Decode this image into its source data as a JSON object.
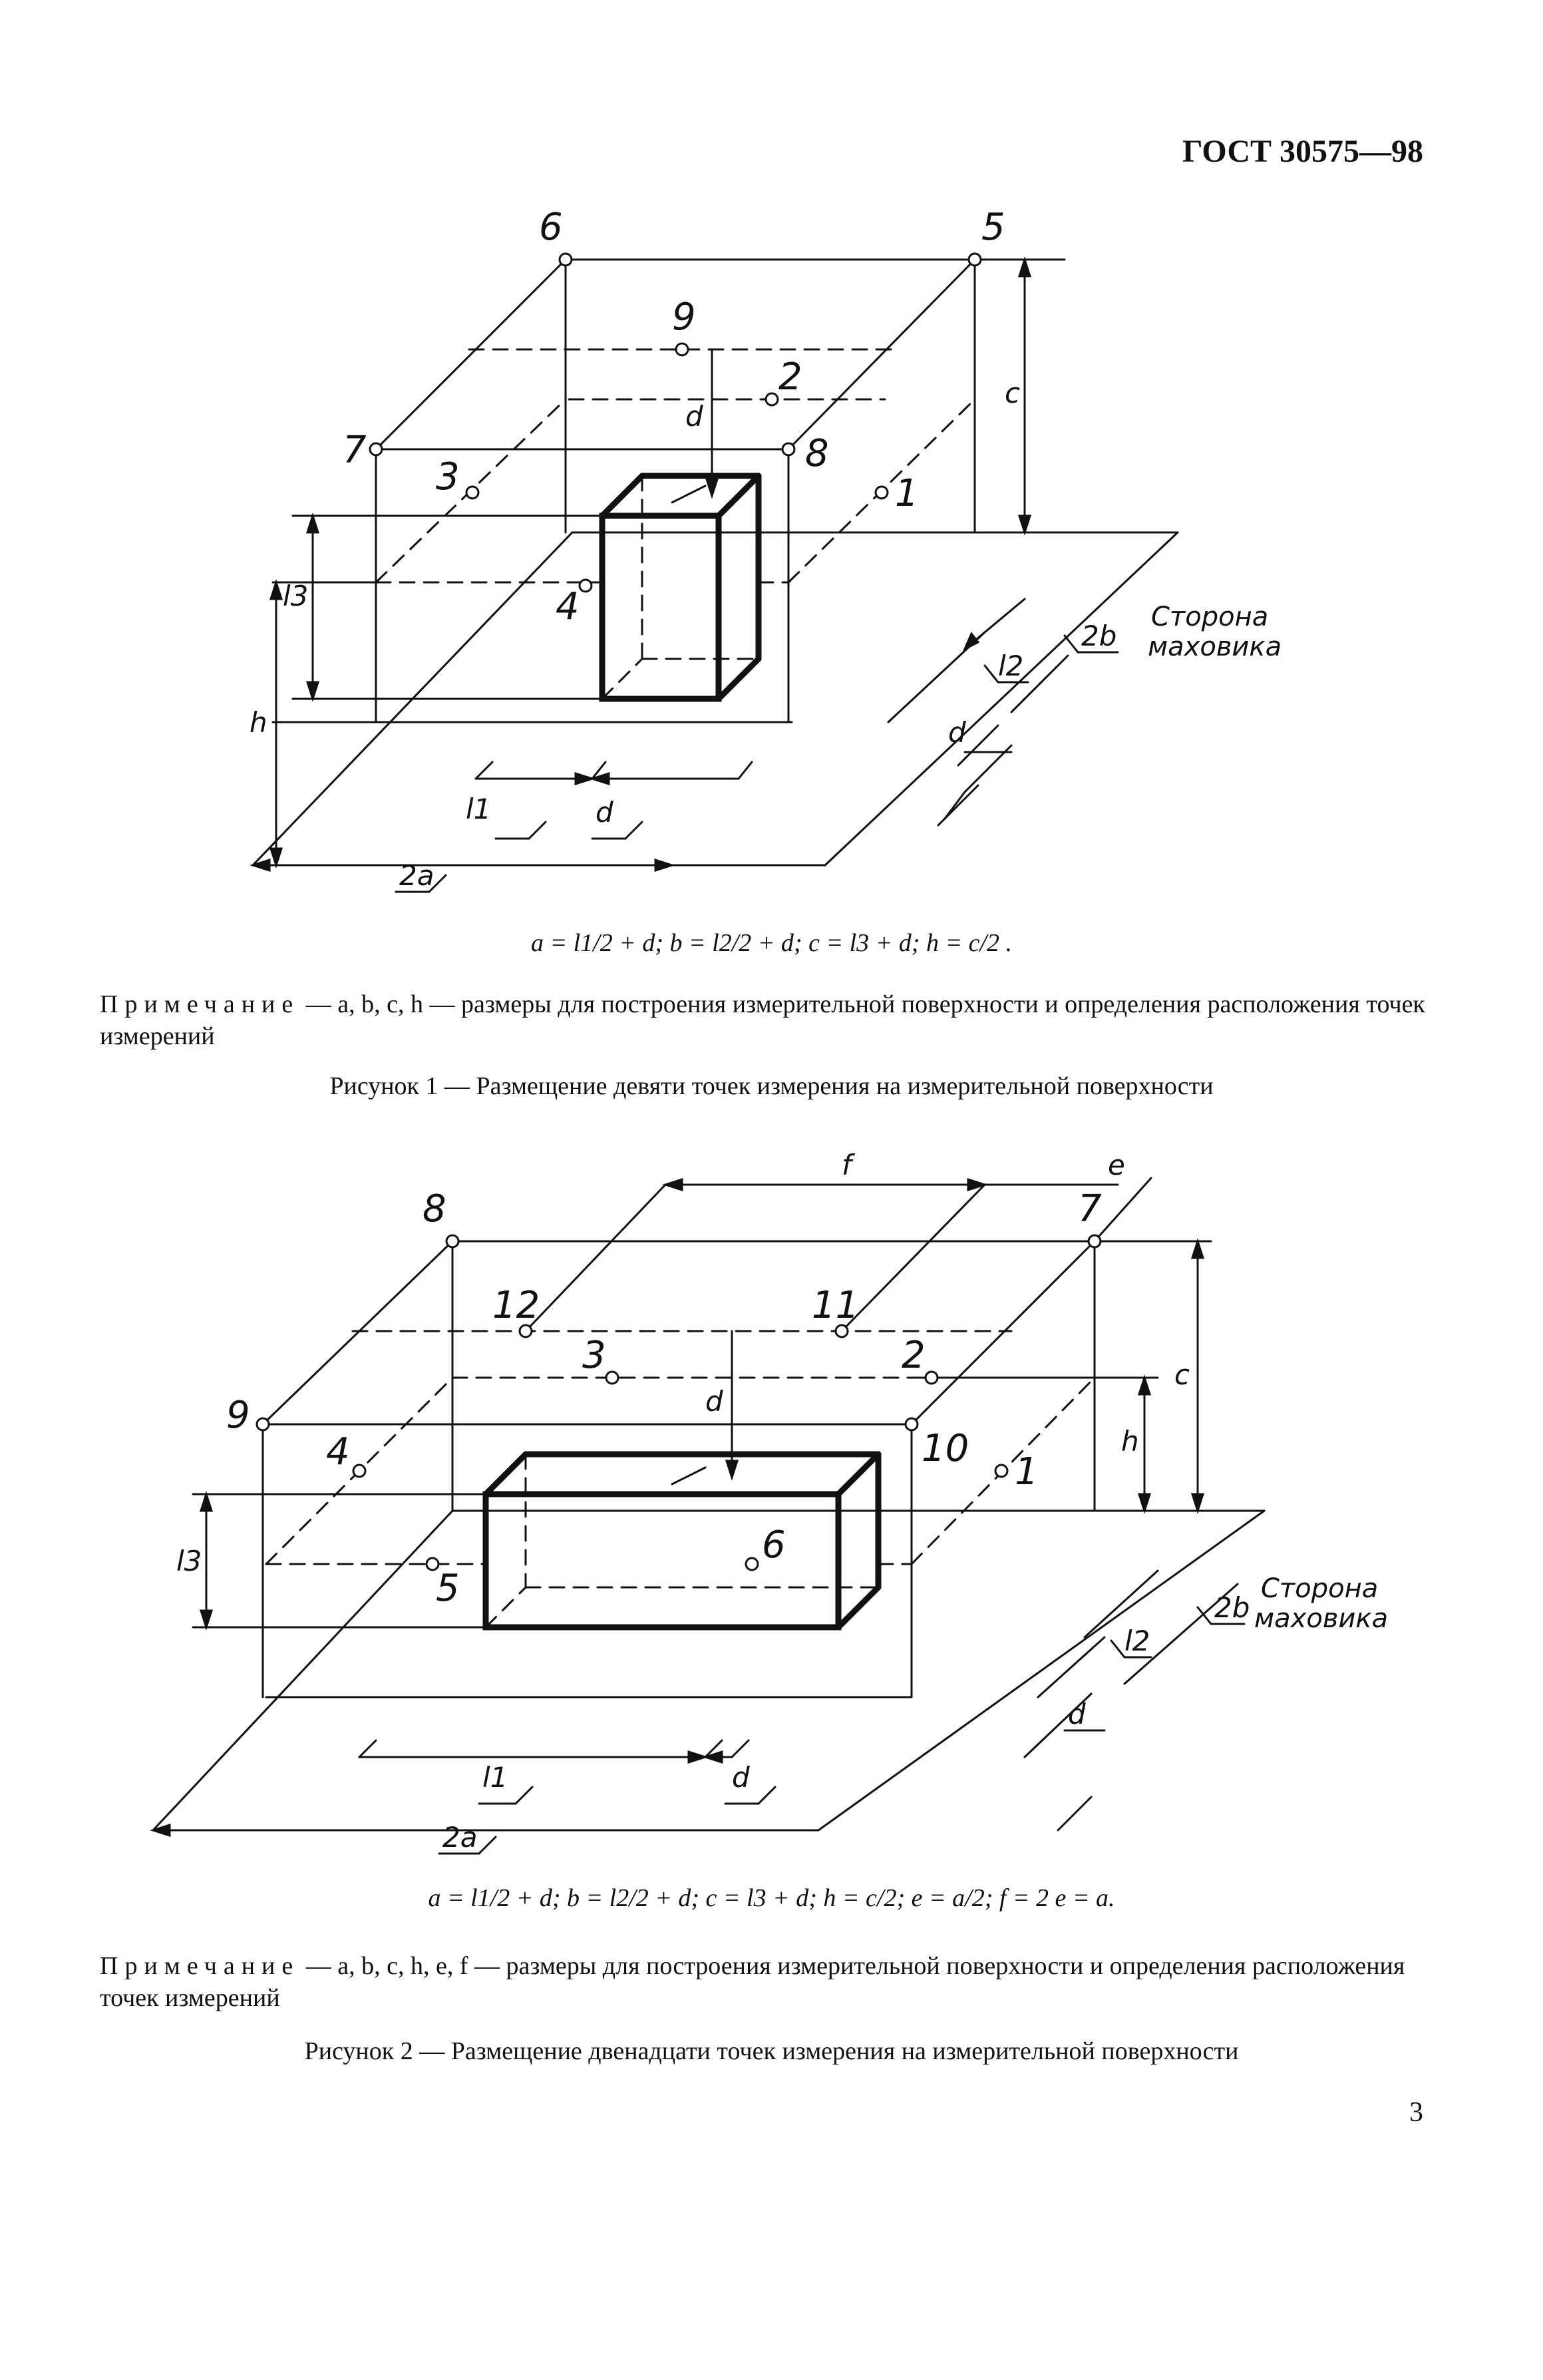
{
  "header": {
    "standard": "ГОСТ 30575—98"
  },
  "figure1": {
    "points": [
      "1",
      "2",
      "3",
      "4",
      "5",
      "6",
      "7",
      "8",
      "9"
    ],
    "dims": {
      "c": "c",
      "d": "d",
      "h": "h",
      "l3": "l3",
      "l1": "l1",
      "d_bottom": "d",
      "two_a": "2a",
      "l2": "l2",
      "d_right": "d",
      "two_b": "2b"
    },
    "side_label_line1": "Сторона",
    "side_label_line2": "маховика",
    "formula": "a = l1/2 + d;  b = l2/2 + d;  c = l3 + d;  h = c/2 .",
    "note_prefix": "Примечание",
    "note_text": " — a, b, c, h — размеры для построения измерительной поверхности и определения расположения точек измерений",
    "caption": "Рисунок 1 — Размещение девяти точек измерения на измерительной поверхности"
  },
  "figure2": {
    "points": [
      "1",
      "2",
      "3",
      "4",
      "5",
      "6",
      "7",
      "8",
      "9",
      "10",
      "11",
      "12"
    ],
    "dims": {
      "f": "f",
      "e": "e",
      "c": "c",
      "d": "d",
      "h": "h",
      "l3": "l3",
      "l1": "l1",
      "d_bottom": "d",
      "two_a": "2a",
      "l2": "l2",
      "d_right": "d",
      "two_b": "2b"
    },
    "side_label_line1": "Сторона",
    "side_label_line2": "маховика",
    "formula": "a = l1/2 + d;  b = l2/2 + d;  c = l3 + d;  h = c/2;  e = a/2;  f = 2 e = a.",
    "note_prefix": "Примечание",
    "note_text": " — a, b, c, h, e, f — размеры для построения измерительной поверхности и определения расположения точек измерений",
    "caption": "Рисунок 2 — Размещение двенадцати точек измерения на измерительной поверхности"
  },
  "page_number": "3"
}
